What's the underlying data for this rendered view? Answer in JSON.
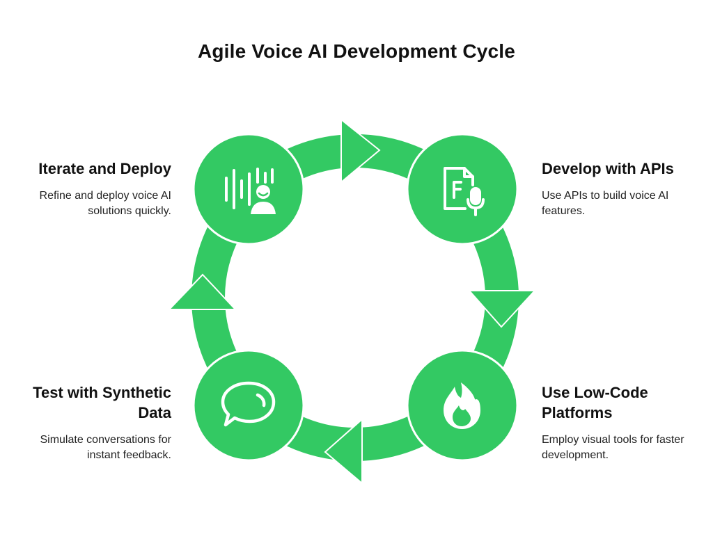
{
  "title": "Agile Voice AI Development Cycle",
  "colors": {
    "accent": "#33c963",
    "background": "#ffffff",
    "text": "#111111",
    "icon": "#ffffff"
  },
  "steps": [
    {
      "id": "iterate",
      "title": "Iterate and Deploy",
      "description": "Refine and deploy voice AI solutions quickly.",
      "icon": "voice-avatar-icon"
    },
    {
      "id": "develop",
      "title": "Develop with APIs",
      "description": "Use APIs to build voice AI features.",
      "icon": "file-microphone-icon"
    },
    {
      "id": "lowcode",
      "title": "Use Low-Code Platforms",
      "description": "Employ visual tools for faster development.",
      "icon": "flame-icon"
    },
    {
      "id": "test",
      "title": "Test with Synthetic Data",
      "description": "Simulate conversations for instant feedback.",
      "icon": "chat-bubble-icon"
    }
  ]
}
